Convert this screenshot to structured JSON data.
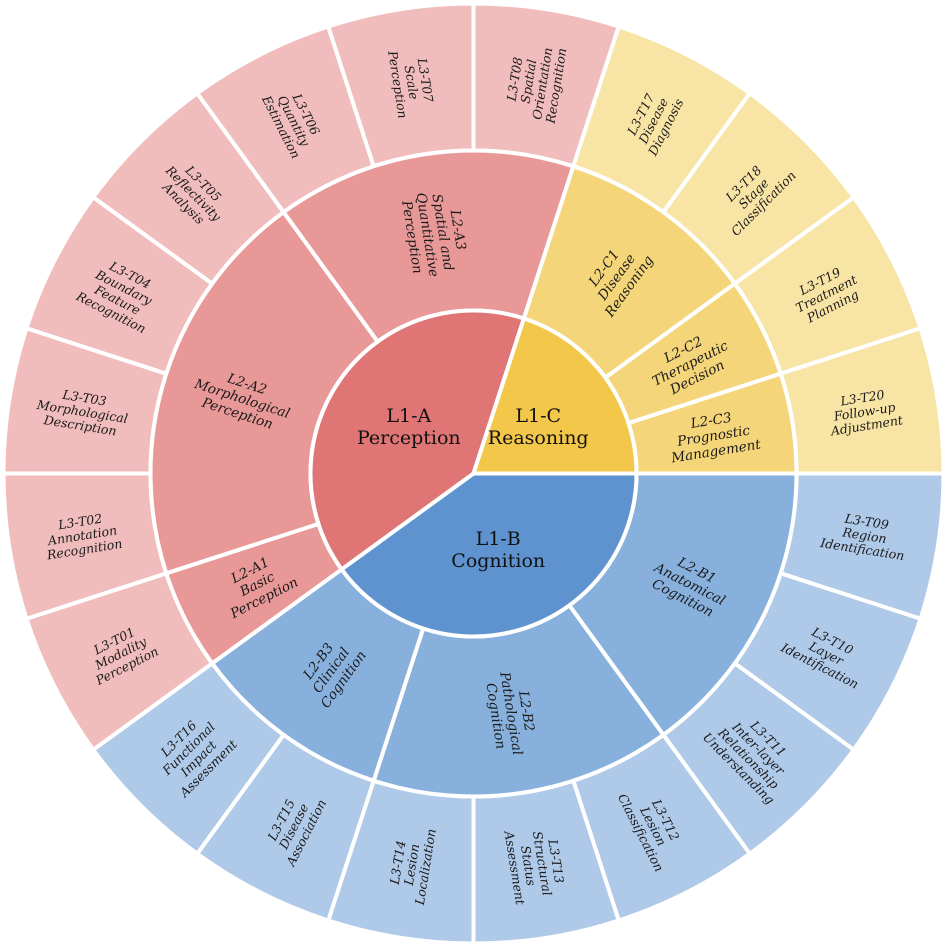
{
  "diagram": {
    "type": "sunburst",
    "groups": [
      {
        "id": "A",
        "label": [
          "L1-A",
          "Perception"
        ],
        "colors": {
          "l1": "#e07575",
          "l2": "#e99898",
          "l3": "#f0bcbc"
        },
        "children": [
          {
            "label": [
              "L2-A1",
              "Basic",
              "Perception"
            ],
            "children": [
              {
                "label": [
                  "L3-T01",
                  "Modality",
                  "Perception"
                ]
              }
            ]
          },
          {
            "label": [
              "L2-A2",
              "Morphological",
              "Perception"
            ],
            "children": [
              {
                "label": [
                  "L3-T02",
                  "Annotation",
                  "Recognition"
                ]
              },
              {
                "label": [
                  "L3-T03",
                  "Morphological",
                  "Description"
                ]
              },
              {
                "label": [
                  "L3-T04",
                  "Boundary",
                  "Feature",
                  "Recognition"
                ]
              },
              {
                "label": [
                  "L3-T05",
                  "Reflectivity",
                  "Analysis"
                ]
              }
            ]
          },
          {
            "label": [
              "L2-A3",
              "Spatial and",
              "Quantitative",
              "Perception"
            ],
            "children": [
              {
                "label": [
                  "L3-T06",
                  "Quantity",
                  "Estimation"
                ]
              },
              {
                "label": [
                  "L3-T07",
                  "Scale",
                  "Perception"
                ]
              },
              {
                "label": [
                  "L3-T08",
                  "Spatial",
                  "Orientation",
                  "Recognition"
                ]
              }
            ]
          }
        ]
      },
      {
        "id": "B",
        "label": [
          "L1-B",
          "Cognition"
        ],
        "colors": {
          "l1": "#5f93cf",
          "l2": "#88b0dd",
          "l3": "#afc9e9"
        },
        "children": [
          {
            "label": [
              "L2-B1",
              "Anatomical",
              "Cognition"
            ],
            "children": [
              {
                "label": [
                  "L3-T09",
                  "Region",
                  "Identification"
                ]
              },
              {
                "label": [
                  "L3-T10",
                  "Layer",
                  "Identification"
                ]
              },
              {
                "label": [
                  "L3-T11",
                  "Inter-layer",
                  "Relationship",
                  "Understanding"
                ]
              }
            ]
          },
          {
            "label": [
              "L2-B2",
              "Pathological",
              "Cognition"
            ],
            "children": [
              {
                "label": [
                  "L3-T12",
                  "Lesion",
                  "Classification"
                ]
              },
              {
                "label": [
                  "L3-T13",
                  "Structural",
                  "Status",
                  "Assessment"
                ]
              },
              {
                "label": [
                  "L3-T14",
                  "Lesion",
                  "Localization"
                ]
              }
            ]
          },
          {
            "label": [
              "L2-B3",
              "Clinical",
              "Cognition"
            ],
            "children": [
              {
                "label": [
                  "L3-T15",
                  "Disease",
                  "Association"
                ]
              },
              {
                "label": [
                  "L3-T16",
                  "Functional",
                  "Impact",
                  "Assessment"
                ]
              }
            ]
          }
        ]
      },
      {
        "id": "C",
        "label": [
          "L1-C",
          "Reasoning"
        ],
        "colors": {
          "l1": "#f2c74a",
          "l2": "#f5d579",
          "l3": "#f8e4a5"
        },
        "children": [
          {
            "label": [
              "L2-C1",
              "Disease",
              "Reasoning"
            ],
            "children": [
              {
                "label": [
                  "L3-T17",
                  "Disease",
                  "Diagnosis"
                ]
              },
              {
                "label": [
                  "L3-T18",
                  "Stage",
                  "Classification"
                ]
              }
            ]
          },
          {
            "label": [
              "L2-C2",
              "Therapeutic",
              "Decision"
            ],
            "children": [
              {
                "label": [
                  "L3-T19",
                  "Treatment",
                  "Planning"
                ]
              }
            ]
          },
          {
            "label": [
              "L2-C3",
              "Prognostic",
              "Management"
            ],
            "children": [
              {
                "label": [
                  "L3-T20",
                  "Follow-up",
                  "Adjustment"
                ]
              }
            ]
          }
        ]
      }
    ]
  }
}
